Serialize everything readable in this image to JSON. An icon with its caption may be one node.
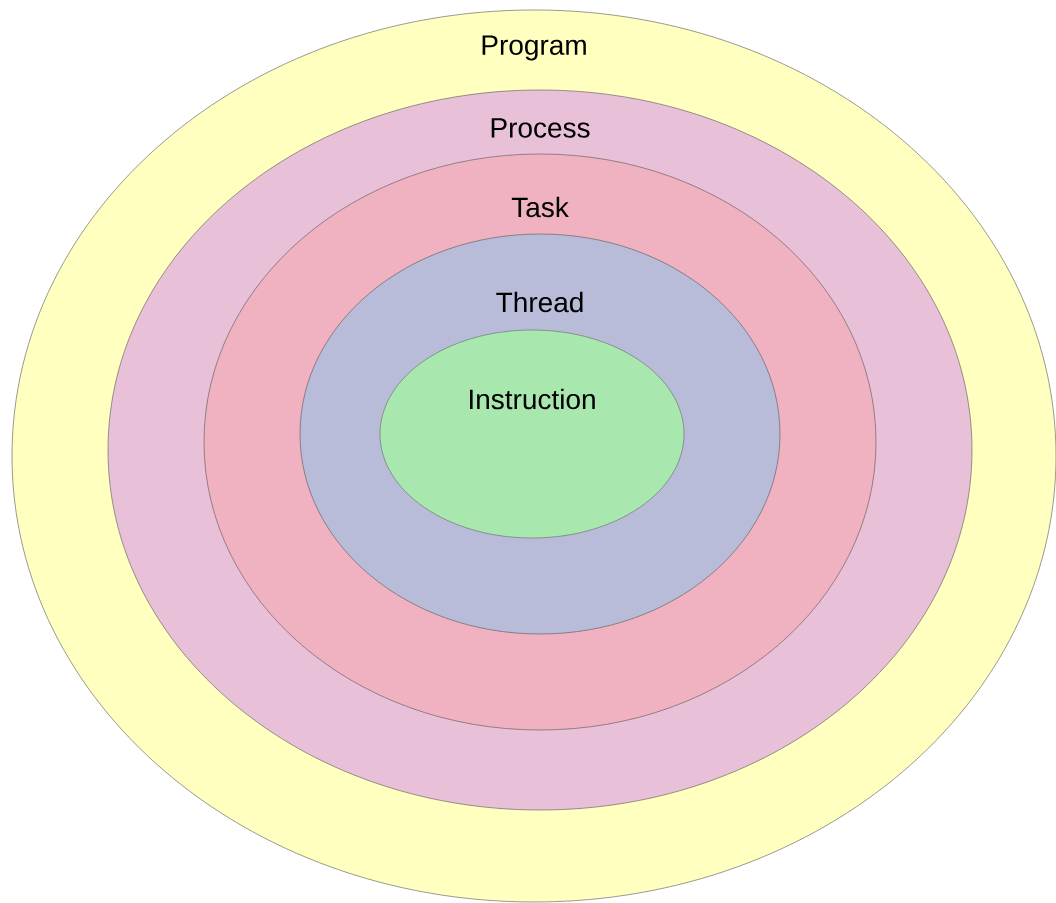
{
  "diagram": {
    "nodes": [
      {
        "text": [
          "Program"
        ]
      },
      {
        "text": [
          "Process"
        ],
        "in": 0
      },
      {
        "text": [
          "Task"
        ],
        "in": 1
      },
      {
        "text": [
          "Thread"
        ],
        "in": 2
      },
      {
        "text": [
          "Instruction"
        ],
        "in": 3
      }
    ]
  }
}
